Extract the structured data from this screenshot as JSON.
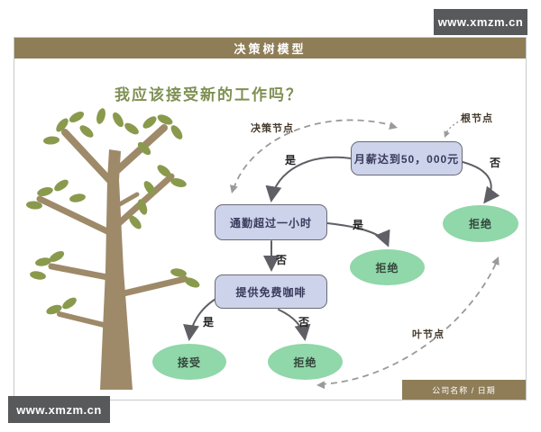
{
  "watermark_top": "www.xmzm.cn",
  "watermark_bottom": "www.xmzm.cn",
  "slide": {
    "title": "决策树模型",
    "question": "我应该接受新的工作吗？",
    "footer": "公司名称 / 日期"
  },
  "tree": {
    "root": "月薪达到50，000元",
    "commute": "通勤超过一小时",
    "coffee": "提供免费咖啡",
    "leaf_reject_right": "拒绝",
    "leaf_reject_mid": "拒绝",
    "leaf_accept": "接受",
    "leaf_reject_bottom": "拒绝",
    "yes": "是",
    "no": "否",
    "ann_decision": "决策节点",
    "ann_root": "根节点",
    "ann_leaf": "叶节点"
  },
  "colors": {
    "bar": "#8e7d57",
    "watermark_bg": "#58595b",
    "node_fill": "#ccd3ea",
    "node_border": "#6a6a76",
    "leaf_fill": "#90d7a9",
    "heading_text": "#7e9053",
    "solid_arrow": "#5f5f66",
    "dashed_arrow": "#9a9a9a",
    "trunk_brown": "#9e8a69",
    "foliage_green": "#8a9a4d"
  }
}
